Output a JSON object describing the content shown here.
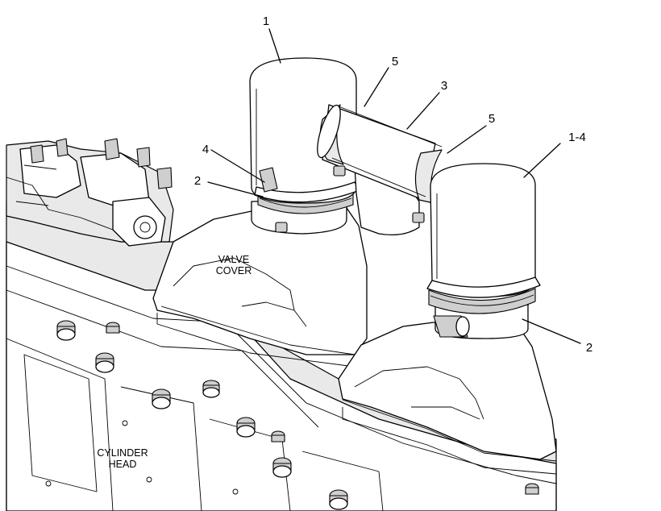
{
  "callouts": {
    "c1_top": "1",
    "c5_left": "5",
    "c3": "3",
    "c5_right": "5",
    "c1_4": "1-4",
    "c4": "4",
    "c2_left": "2",
    "c2_right": "2"
  },
  "parts": {
    "valve_cover_line1": "VALVE",
    "valve_cover_line2": "COVER",
    "cylinder_head_line1": "CYLINDER",
    "cylinder_head_line2": "HEAD"
  }
}
